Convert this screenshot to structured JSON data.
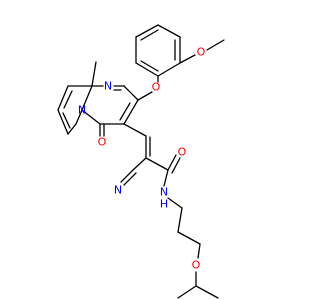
{
  "colors": {
    "bond": "#000000",
    "N": "#0000ff",
    "O": "#ff0000",
    "background": "#ffffff"
  },
  "atoms": {
    "methyl_top": "",
    "methoxy_O": "O",
    "methoxy_C": "",
    "pyrimidine_N1": "N",
    "ether_O": "O",
    "ring_N": "N",
    "carbonyl_O_ring": "O",
    "nitrile_N": "N",
    "amide_O": "O",
    "amide_N": "N",
    "amide_H": "H",
    "ether_O2": "O"
  }
}
